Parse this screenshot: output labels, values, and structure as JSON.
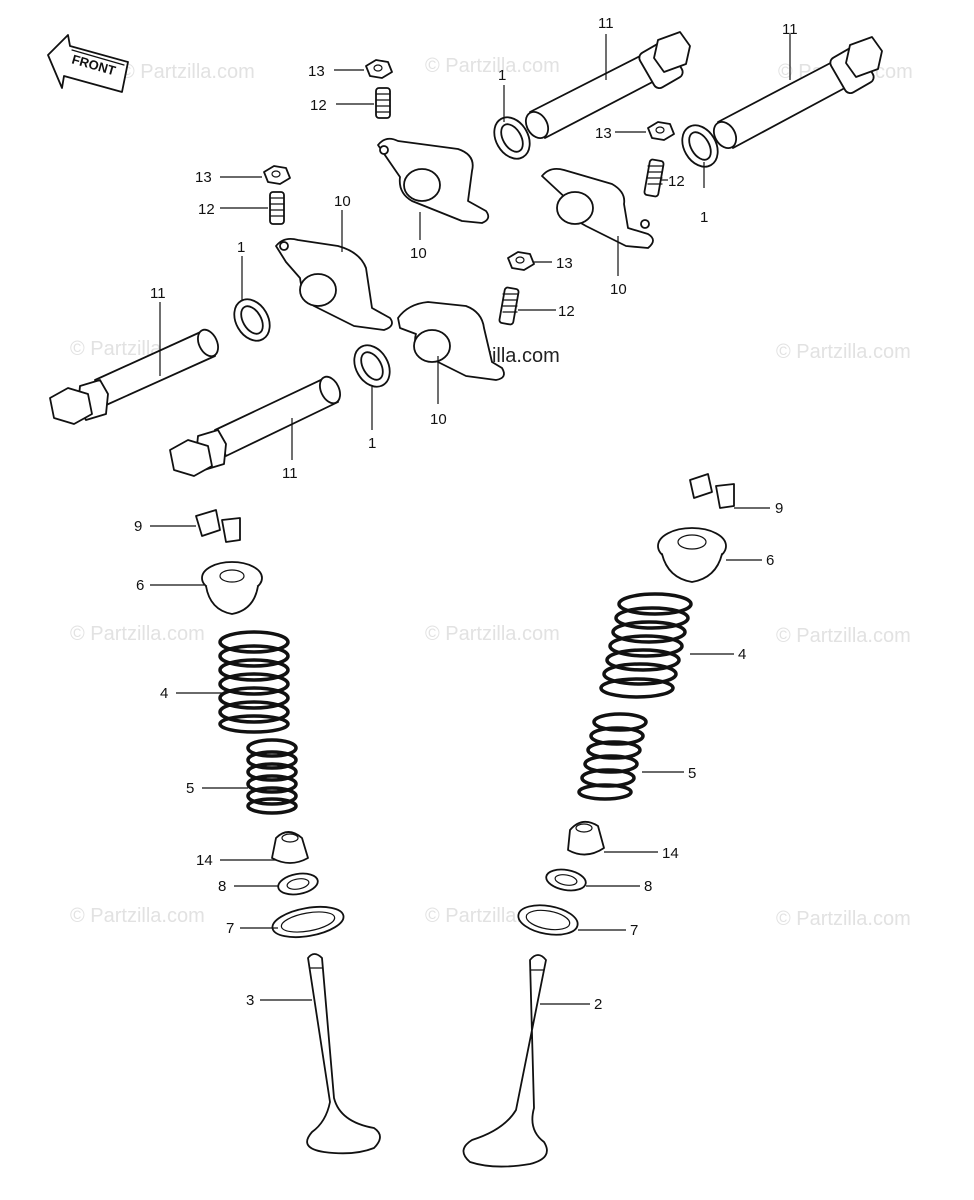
{
  "front_badge": "FRONT",
  "watermark": "© Partzilla.com",
  "watermark_center": "© Partzilla.com",
  "callouts": {
    "c1": "1",
    "c2": "2",
    "c3": "3",
    "c4": "4",
    "c5": "5",
    "c6": "6",
    "c7": "7",
    "c8": "8",
    "c9": "9",
    "c10": "10",
    "c11": "11",
    "c12": "12",
    "c13": "13",
    "c14": "14"
  }
}
